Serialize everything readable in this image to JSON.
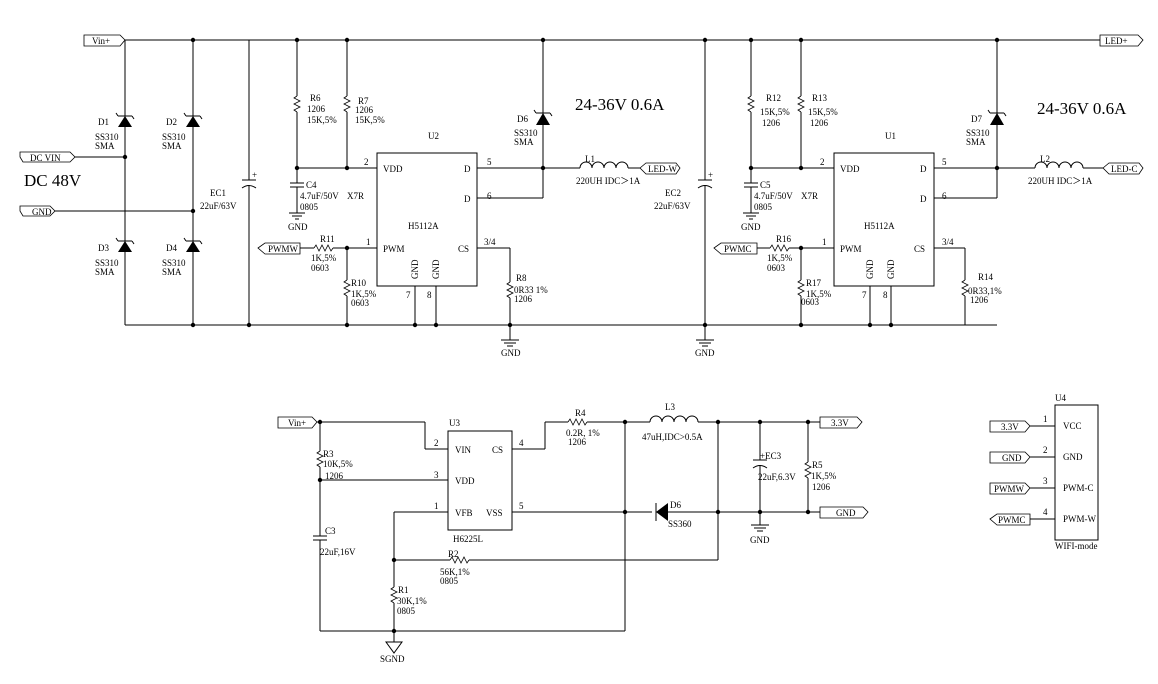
{
  "ports": {
    "vin_top": "Vin+",
    "led_plus": "LED+",
    "dc_vin": "DC VIN",
    "gnd_in": "GND",
    "led_w": "LED-W",
    "led_c": "LED-C",
    "pwmw_in": "PWMW",
    "pwmc_in": "PWMC",
    "vin_bottom": "Vin+",
    "out_33": "3.3V",
    "out_gnd": "GND",
    "u4_33": "3.3V",
    "u4_gnd": "GND",
    "u4_pwmw": "PWMW",
    "u4_pwmc": "PWMC"
  },
  "input": {
    "dc_label": "DC 48V"
  },
  "bridge": {
    "d1": {
      "ref": "D1",
      "part": "SS310",
      "pkg": "SMA"
    },
    "d2": {
      "ref": "D2",
      "part": "SS310",
      "pkg": "SMA"
    },
    "d3": {
      "ref": "D3",
      "part": "SS310",
      "pkg": "SMA"
    },
    "d4": {
      "ref": "D4",
      "part": "SS310",
      "pkg": "SMA"
    }
  },
  "driver_w": {
    "ec": {
      "ref": "EC1",
      "value": "22uF/63V"
    },
    "r6": {
      "ref": "R6",
      "v1": "1206",
      "v2": "15K,5%"
    },
    "r7": {
      "ref": "R7",
      "v1": "1206",
      "v2": "15K,5%"
    },
    "c4": {
      "ref": "C4",
      "v1": "4.7uF/50V",
      "v2": "X7R",
      "v3": "0805"
    },
    "ic": {
      "ref": "U2",
      "part": "H5112A",
      "vdd": "VDD",
      "d1": "D",
      "d2": "D",
      "pwm": "PWM",
      "cs": "CS",
      "gnd1": "GND",
      "gnd2": "GND"
    },
    "pins": {
      "p2": "2",
      "p5": "5",
      "p6": "6",
      "p1": "1",
      "p34": "3/4",
      "p7": "7",
      "p8": "8"
    },
    "r11": {
      "ref": "R11",
      "v1": "1K,5%",
      "v2": "0603"
    },
    "r10": {
      "ref": "R10",
      "v1": "1K,5%",
      "v2": "0603"
    },
    "r8": {
      "ref": "R8",
      "v1": "0R33 1%",
      "v2": "1206"
    },
    "d6": {
      "ref": "D6",
      "part": "SS310",
      "pkg": "SMA"
    },
    "l1": {
      "ref": "L1",
      "value": "220UH IDC＞1A"
    },
    "heading": "24-36V  0.6A",
    "gnd": "GND"
  },
  "driver_c": {
    "ec": {
      "ref": "EC2",
      "value": "22uF/63V"
    },
    "r12": {
      "ref": "R12",
      "v1": "15K,5%",
      "v2": "1206"
    },
    "r13": {
      "ref": "R13",
      "v1": "15K,5%",
      "v2": "1206"
    },
    "c5": {
      "ref": "C5",
      "v1": "4.7uF/50V",
      "v2": "X7R",
      "v3": "0805"
    },
    "ic": {
      "ref": "U1",
      "part": "H5112A",
      "vdd": "VDD",
      "d1": "D",
      "d2": "D",
      "pwm": "PWM",
      "cs": "CS",
      "gnd1": "GND",
      "gnd2": "GND"
    },
    "pins": {
      "p2": "2",
      "p5": "5",
      "p6": "6",
      "p1": "1",
      "p34": "3/4",
      "p7": "7",
      "p8": "8"
    },
    "r16": {
      "ref": "R16",
      "v1": "1K,5%",
      "v2": "0603"
    },
    "r17": {
      "ref": "R17",
      "v1": "1K,5%",
      "v2": "0603"
    },
    "r14": {
      "ref": "R14",
      "v1": "0R33,1%",
      "v2": "1206"
    },
    "d7": {
      "ref": "D7",
      "part": "SS310",
      "pkg": "SMA"
    },
    "l2": {
      "ref": "L2",
      "value": "220UH  IDC＞1A"
    },
    "heading": "24-36V  0.6A",
    "gnd_a": "GND",
    "gnd_b": "GND"
  },
  "buck": {
    "ic": {
      "ref": "U3",
      "part": "H6225L",
      "vin": "VIN",
      "cs": "CS",
      "vdd": "VDD",
      "vfb": "VFB",
      "vss": "VSS"
    },
    "pins": {
      "p2": "2",
      "p4": "4",
      "p3": "3",
      "p1": "1",
      "p5": "5"
    },
    "r3": {
      "ref": "R3",
      "v1": "10K,5%",
      "v2": "1206"
    },
    "c3": {
      "ref": "C3",
      "value": "22uF,16V"
    },
    "r4": {
      "ref": "R4",
      "v1": "0.2R, 1%",
      "v2": "1206"
    },
    "l3": {
      "ref": "L3",
      "value": "47uH,IDC>0.5A"
    },
    "ec3": {
      "ref": "+EC3",
      "value": "22uF,6.3V"
    },
    "r5": {
      "ref": "R5",
      "v1": "1K,5%",
      "v2": "1206"
    },
    "d6": {
      "ref": "D6",
      "part": "SS360"
    },
    "r2": {
      "ref": "R2",
      "v1": "56K,1%",
      "v2": "0805"
    },
    "r1": {
      "ref": "R1",
      "v1": "30K,1%",
      "v2": "0805"
    },
    "sgnd": "SGND",
    "gnd": "GND"
  },
  "module": {
    "ref": "U4",
    "pins": [
      {
        "num": "1",
        "name": "VCC"
      },
      {
        "num": "2",
        "name": "GND"
      },
      {
        "num": "3",
        "name": "PWM-C"
      },
      {
        "num": "4",
        "name": "PWM-W"
      }
    ],
    "name": "WIFI-mode"
  }
}
